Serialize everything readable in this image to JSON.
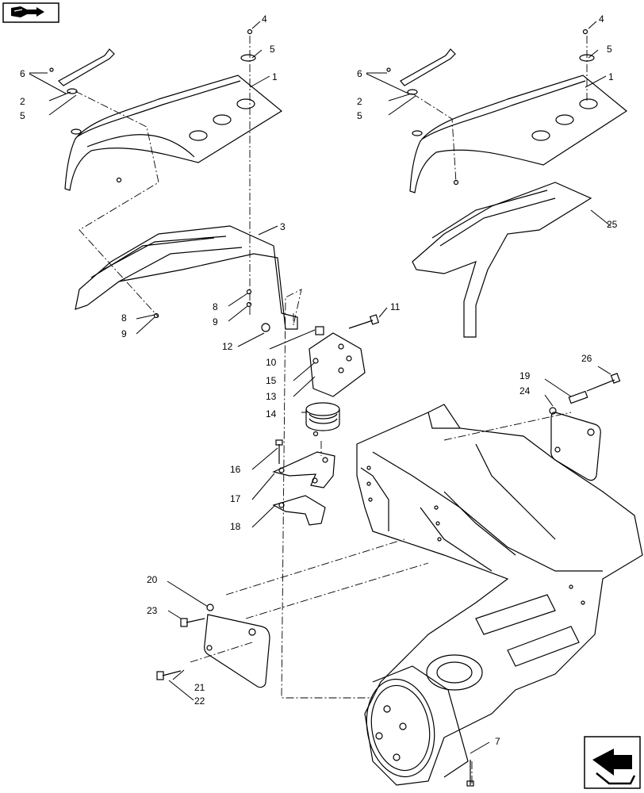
{
  "nav": {
    "top_left_icon": "book-arrow-icon",
    "bottom_right_icon": "next-page-arrow-icon"
  },
  "callouts": {
    "c1a": "1",
    "c1b": "1",
    "c2a": "2",
    "c2b": "2",
    "c3": "3",
    "c4a": "4",
    "c4b": "4",
    "c5a": "5",
    "c5b": "5",
    "c5c": "5",
    "c5d": "5",
    "c6a": "6",
    "c6b": "6",
    "c7": "7",
    "c8a": "8",
    "c8b": "8",
    "c9a": "9",
    "c9b": "9",
    "c10": "10",
    "c11": "11",
    "c12": "12",
    "c13": "13",
    "c14": "14",
    "c15": "15",
    "c16": "16",
    "c17": "17",
    "c18": "18",
    "c19": "19",
    "c20": "20",
    "c21": "21",
    "c22": "22",
    "c23": "23",
    "c24": "24",
    "c25": "25",
    "c26": "26"
  }
}
